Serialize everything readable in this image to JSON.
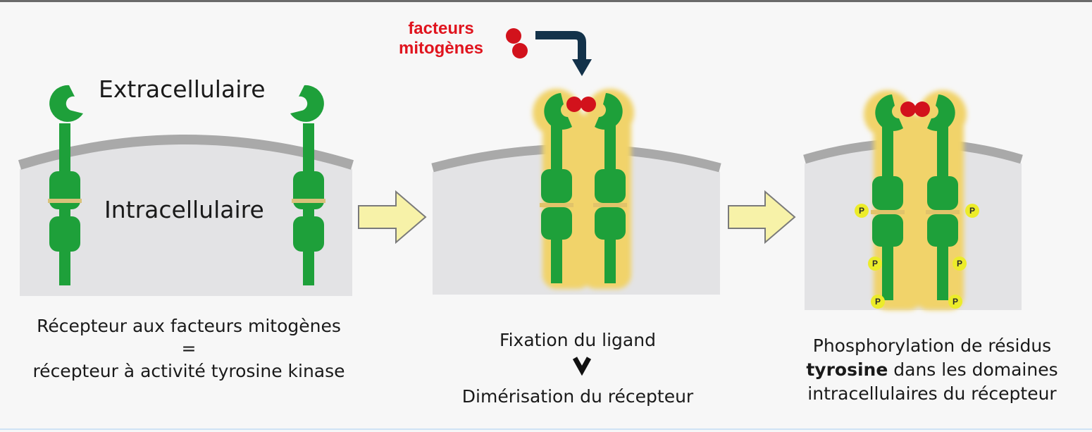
{
  "labels": {
    "extracellular": "Extracellulaire",
    "intracellular": "Intracellulaire",
    "ligand_line1": "facteurs",
    "ligand_line2": "mitogènes"
  },
  "captions": {
    "panel1": {
      "line1": "Récepteur aux facteurs mitogènes",
      "line2": "=",
      "line3": "récepteur à activité tyrosine kinase"
    },
    "panel2": {
      "line1": "Fixation du ligand",
      "line2": "Dimérisation du récepteur"
    },
    "panel3": {
      "line1": "Phosphorylation de résidus",
      "line2_bold": "tyrosine",
      "line2_rest": " dans les domaines",
      "line3": "intracellulaires du récepteur"
    }
  },
  "phospho_label": "P",
  "colors": {
    "receptor": "#1ea03a",
    "receptor_glow": "#f1d36a",
    "membrane": "#a9a9a9",
    "cytoplasm": "#e3e3e5",
    "ligand": "#d2121c",
    "arrow_fill": "#f7f2a8",
    "phosphate": "#ecec2a"
  }
}
